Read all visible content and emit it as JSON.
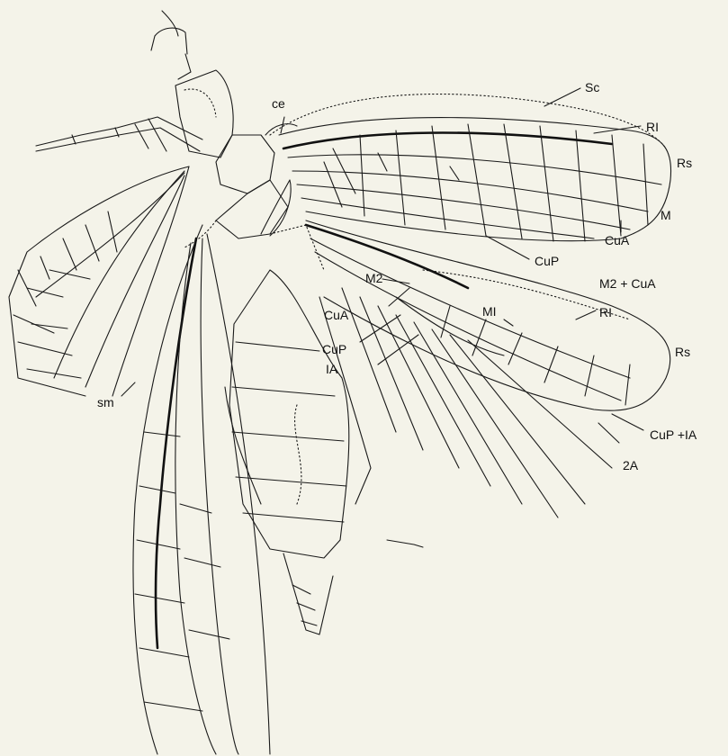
{
  "labels": {
    "ce": "ce",
    "sc": "Sc",
    "r1_fore": "RI",
    "rs_fore": "Rs",
    "m": "M",
    "cua_fore": "CuA",
    "cup_fore": "CuP",
    "m2": "M2",
    "m2_cua": "M2 + CuA",
    "m1": "MI",
    "r1_hind": "RI",
    "rs_hind": "Rs",
    "cua_hind": "CuA",
    "cup_hind": "CuP",
    "one_a": "IA",
    "cup_1a": "CuP +IA",
    "two_a": "2A",
    "sm": "sm"
  },
  "colors": {
    "background": "#f4f3e9",
    "ink": "#1a1a1a"
  }
}
